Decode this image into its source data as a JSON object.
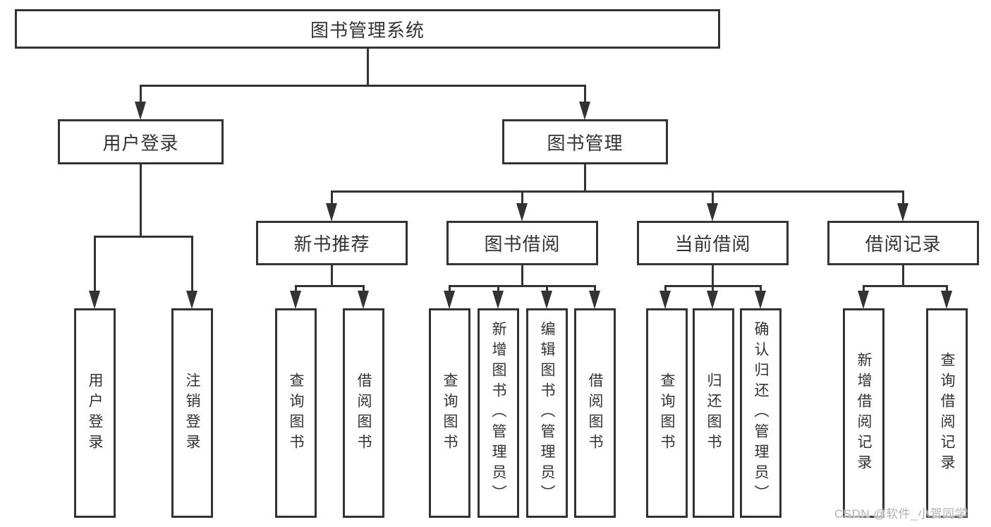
{
  "diagram": {
    "title": "图书管理系统",
    "branches": [
      {
        "label": "用户登录",
        "children": [
          {
            "label": "用户登录"
          },
          {
            "label": "注销登录"
          }
        ]
      },
      {
        "label": "图书管理",
        "children": [
          {
            "label": "新书推荐",
            "children": [
              {
                "label": "查询图书"
              },
              {
                "label": "借阅图书"
              }
            ]
          },
          {
            "label": "图书借阅",
            "children": [
              {
                "label": "查询图书"
              },
              {
                "label": "新增图书（管理员）"
              },
              {
                "label": "编辑图书（管理员）"
              },
              {
                "label": "借阅图书"
              }
            ]
          },
          {
            "label": "当前借阅",
            "children": [
              {
                "label": "查询图书"
              },
              {
                "label": "归还图书"
              },
              {
                "label": "确认归还（管理员）"
              }
            ]
          },
          {
            "label": "借阅记录",
            "children": [
              {
                "label": "新增借阅记录"
              },
              {
                "label": "查询借阅记录"
              }
            ]
          }
        ]
      }
    ]
  },
  "watermark": {
    "text": "CSDN @软件_小贺同学"
  },
  "colors": {
    "line": "#333333",
    "box_fill": "#ffffff",
    "text": "#333333",
    "watermark": "#b3b3b5",
    "background": "#ffffff"
  }
}
